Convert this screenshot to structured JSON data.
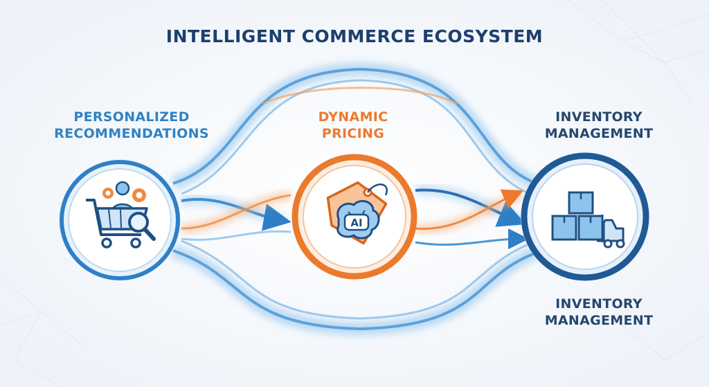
{
  "title": "INTELLIGENT COMMERCE ECOSYSTEM",
  "nodes": {
    "personalized": {
      "line1": "PERSONALIZED",
      "line2": "RECOMMENDATIONS",
      "icon": "shopping-cart-user-icon"
    },
    "pricing": {
      "line1": "DYNAMIC",
      "line2": "PRICING",
      "icon": "ai-price-tag-icon",
      "badge": "AI"
    },
    "inventory": {
      "line1": "INVENTORY",
      "line2": "MANAGEMENT",
      "icon": "boxes-forklift-icon"
    },
    "inventory_bottom": {
      "line1": "INVENTORY",
      "line2": "MANAGEMENT"
    }
  },
  "colors": {
    "title": "#1d3f6e",
    "blue_label": "#2f82c4",
    "orange": "#ec7a2c",
    "navy_label": "#25476f",
    "blue_ring": "#2f7fc6",
    "navy_ring": "#1f5a95",
    "icon_dark": "#1f4f82",
    "icon_light": "#8cc4ee"
  }
}
